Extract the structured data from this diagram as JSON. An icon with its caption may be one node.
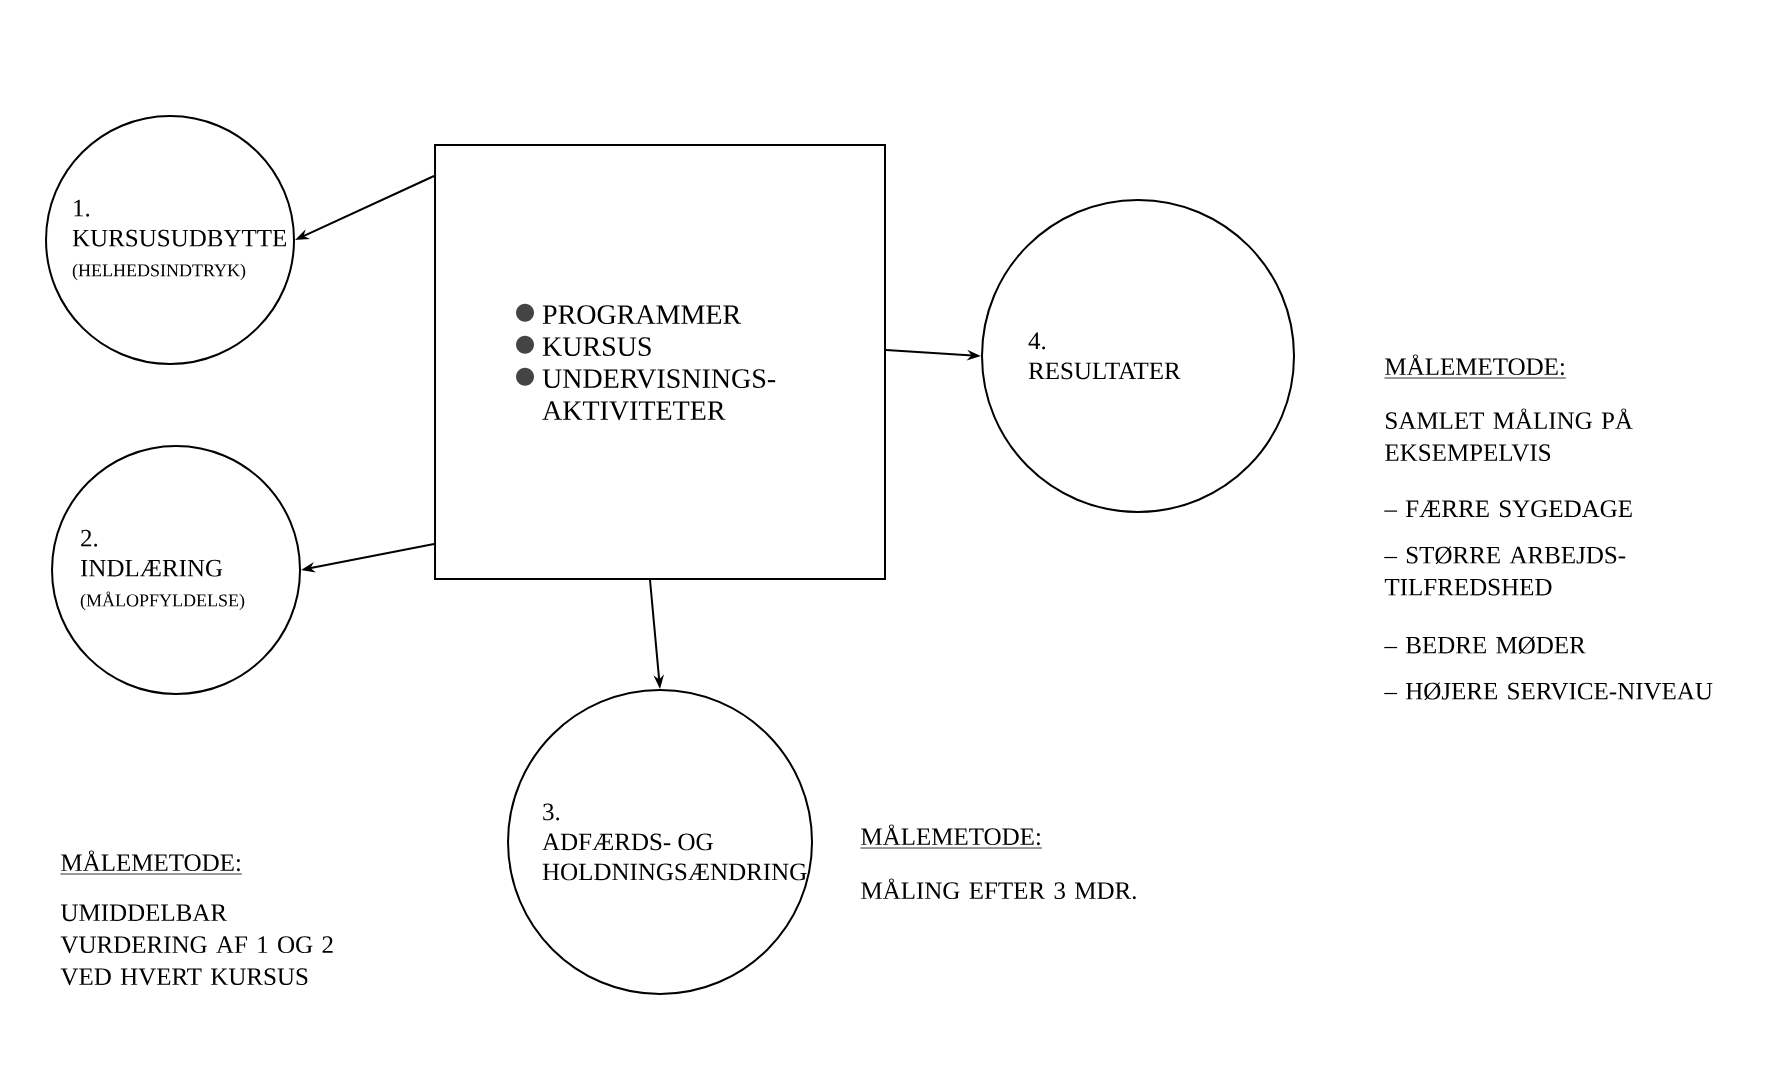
{
  "diagram": {
    "nodes": [
      {
        "text": [
          "PROGRAMMER",
          "KURSUS",
          "UNDERVISNINGS-AKTIVITETER"
        ]
      },
      {
        "text": [
          "1.",
          "KURSUSUDBYTTE",
          "(HELHEDSINDTRYK)"
        ]
      },
      {
        "text": [
          "2.",
          "INDLÆRING",
          "(MÅLOPFYLDELSE)"
        ]
      },
      {
        "text": [
          "3.",
          "ADFÆRDS- OG HOLDNINGSÆNDRING"
        ]
      },
      {
        "text": [
          "4.",
          "RESULTATER"
        ]
      }
    ],
    "edges": [
      {
        "from": 0,
        "to": 1,
        "arrow": "to"
      },
      {
        "from": 0,
        "to": 2,
        "arrow": "to"
      },
      {
        "from": 0,
        "to": 3,
        "arrow": "to"
      },
      {
        "from": 0,
        "to": 4,
        "arrow": "to"
      }
    ],
    "labels": [
      "MÅLEMETODE:",
      "SAMLET MÅLING PÅ EKSEMPELVIS",
      "– FÆRRE SYGEDAGE",
      "– STØRRE ARBEJDS-TILFREDSHED",
      "– BEDRE MØDER",
      "– HØJERE SERVICE-NIVEAU",
      "MÅLEMETODE:",
      "MÅLING EFTER 3 MDR.",
      "MÅLEMETODE:",
      "UMIDDELBAR VURDERING AF 1 OG 2 VED HVERT KURSUS"
    ]
  }
}
